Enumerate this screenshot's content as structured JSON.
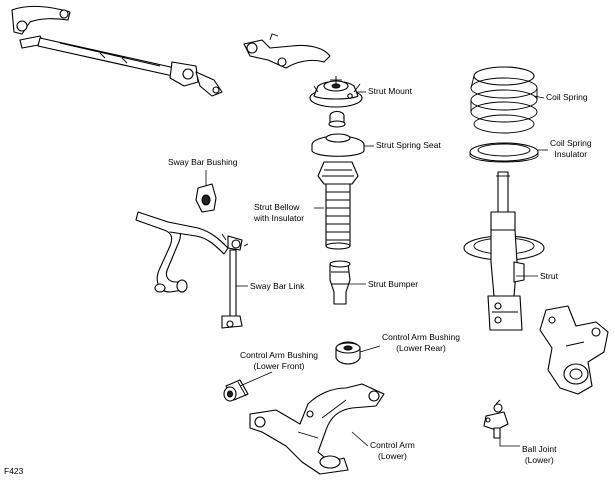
{
  "figure_code": "F423",
  "labels": {
    "strut_mount": "Strut Mount",
    "strut_spring_seat": "Strut Spring Seat",
    "strut_bellow": [
      "Strut Bellow",
      "with Insulator"
    ],
    "strut_bumper": "Strut Bumper",
    "coil_spring": "Coil Spring",
    "coil_spring_insulator": [
      "Coil Spring",
      "Insulator"
    ],
    "strut": "Strut",
    "sway_bar_bushing": "Sway Bar Bushing",
    "sway_bar_link": "Sway Bar Link",
    "control_arm_bushing_rear": [
      "Control Arm Bushing",
      "(Lower Rear)"
    ],
    "control_arm_bushing_front": [
      "Control Arm Bushing",
      "(Lower Front)"
    ],
    "control_arm": [
      "Control Arm",
      "(Lower)"
    ],
    "ball_joint": [
      "Ball Joint",
      "(Lower)"
    ]
  }
}
